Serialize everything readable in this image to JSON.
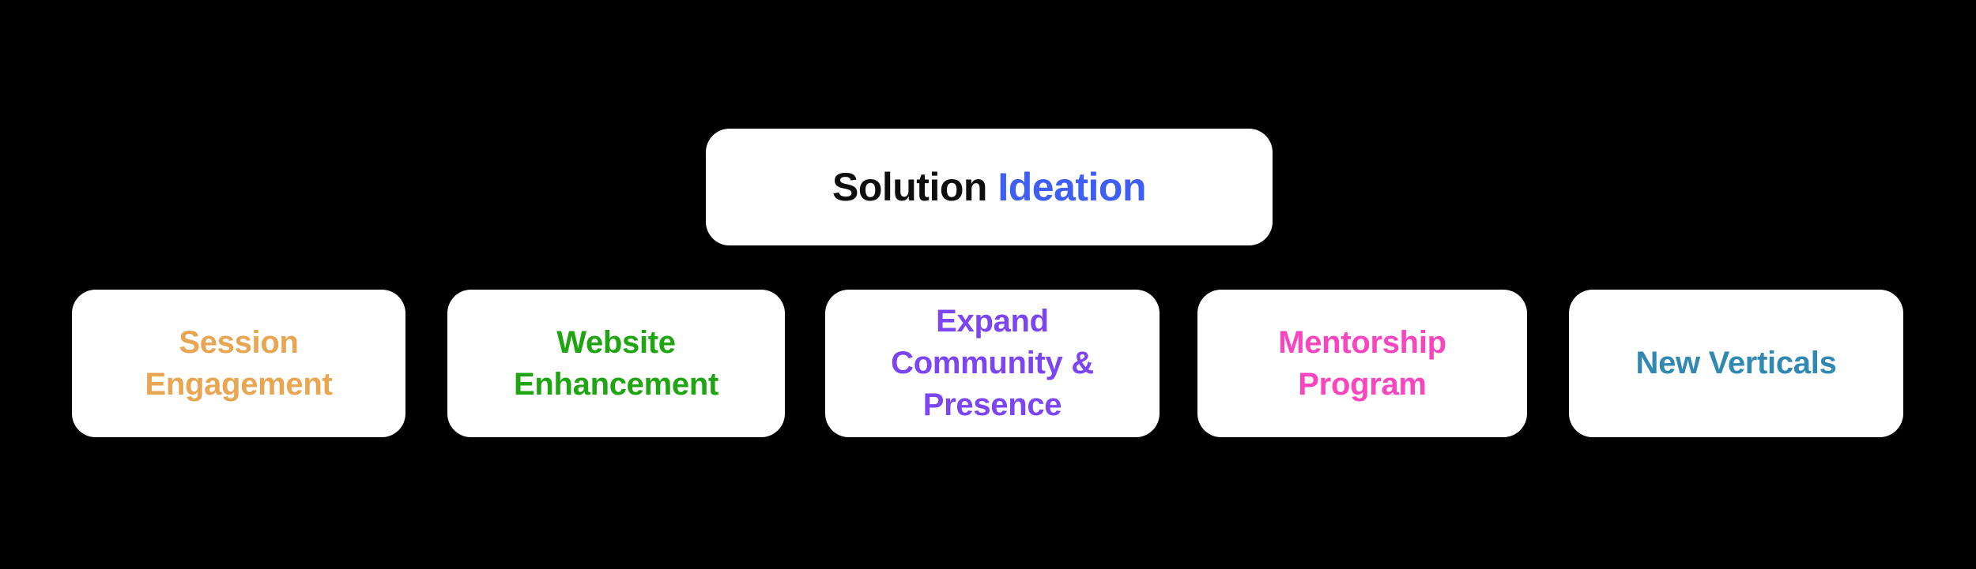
{
  "diagram": {
    "background_color": "#000000",
    "node_box_color": "#FFFFFF",
    "root": {
      "label_primary": "Solution",
      "label_accent": " Ideation",
      "primary_text_color": "#0E0E10",
      "accent_text_color": "#3E5EF4"
    },
    "children": [
      {
        "id": "session-engagement",
        "label": "Session\nEngagement",
        "text_color": "#E8A653"
      },
      {
        "id": "website-enhancement",
        "label": "Website\nEnhancement",
        "text_color": "#1FA412"
      },
      {
        "id": "expand-community-presence",
        "label": "Expand\nCommunity &\nPresence",
        "text_color": "#7C45F2"
      },
      {
        "id": "mentorship-program",
        "label": "Mentorship\nProgram",
        "text_color": "#F945BE"
      },
      {
        "id": "new-verticals",
        "label": "New Verticals",
        "text_color": "#3189B2"
      }
    ]
  }
}
